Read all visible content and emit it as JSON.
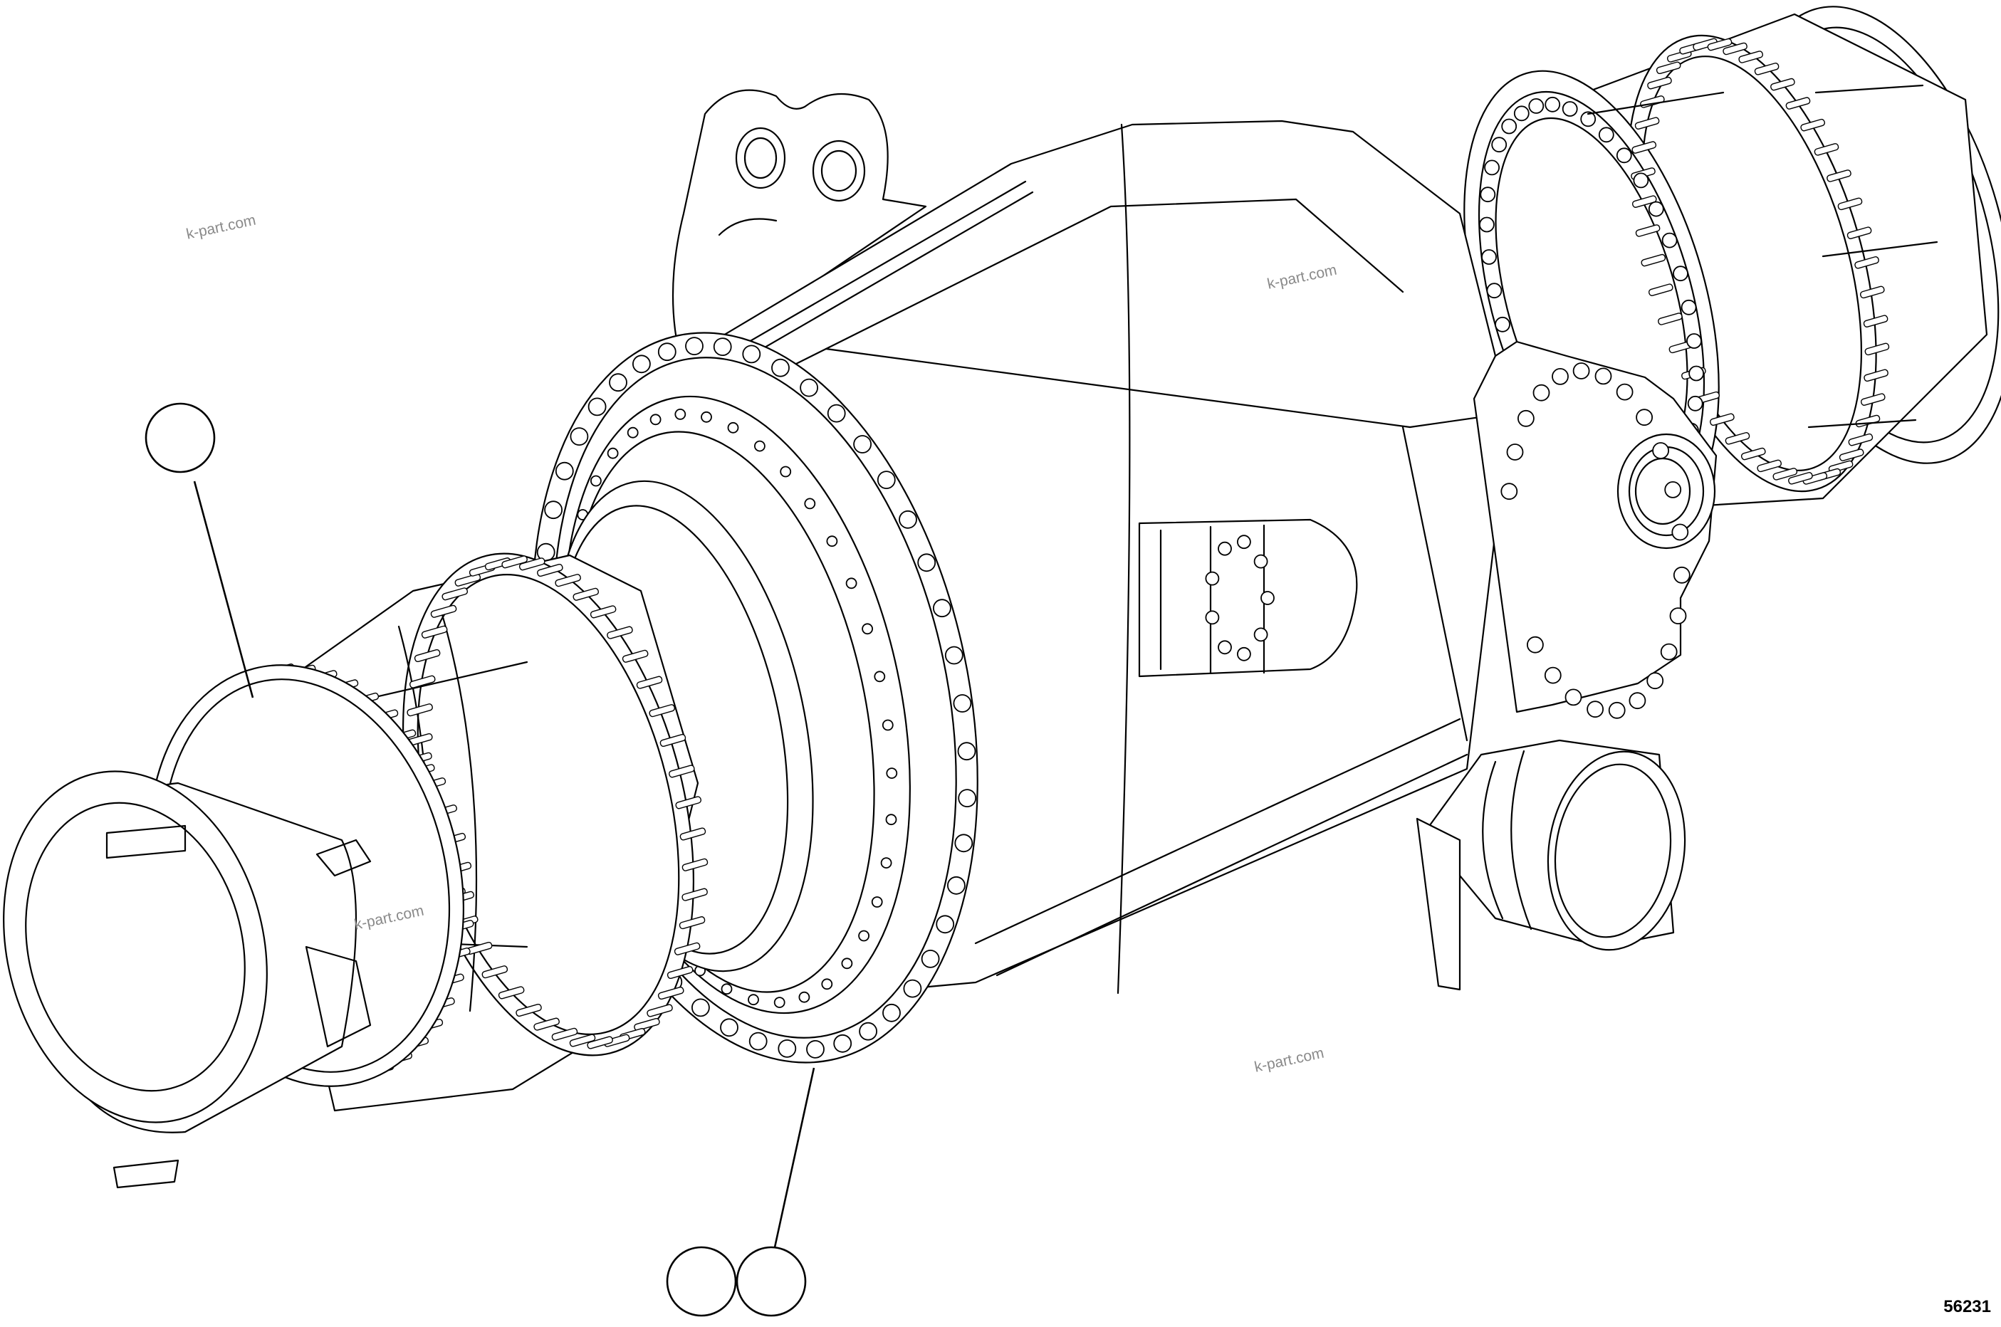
{
  "figure_number": "56231",
  "watermarks": [
    "k-part.com",
    "k-part.com",
    "k-part.com",
    "k-part.com"
  ],
  "callouts": [
    {
      "label": ""
    },
    {
      "label": ""
    },
    {
      "label": ""
    }
  ]
}
